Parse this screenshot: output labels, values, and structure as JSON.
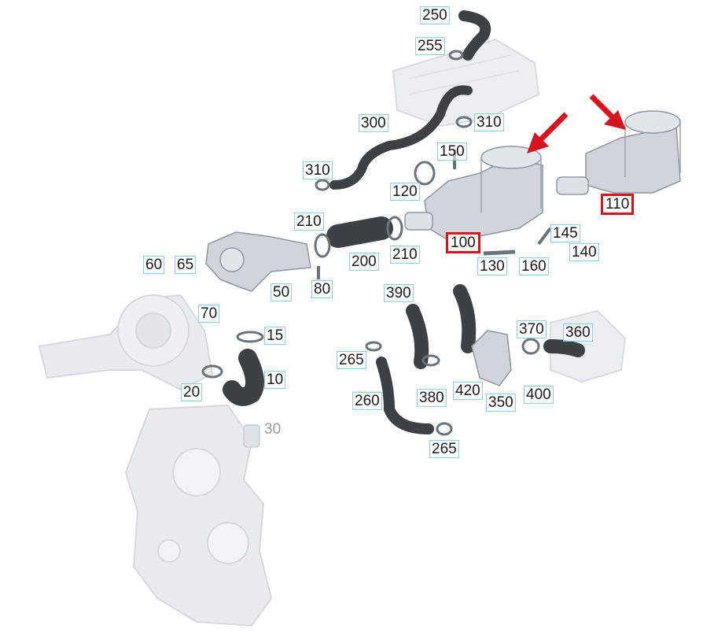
{
  "part_labels": {
    "n250": "250",
    "n255": "255",
    "n300": "300",
    "n310a": "310",
    "n310b": "310",
    "n150": "150",
    "n120": "120",
    "n210a": "210",
    "n210b": "210",
    "n200": "200",
    "n100": "100",
    "n110": "110",
    "n145": "145",
    "n140": "140",
    "n130": "130",
    "n160": "160",
    "n60": "60",
    "n65": "65",
    "n50": "50",
    "n80": "80",
    "n70": "70",
    "n15": "15",
    "n10": "10",
    "n20": "20",
    "n30": "30",
    "n390": "390",
    "n370": "370",
    "n360": "360",
    "n265a": "265",
    "n265b": "265",
    "n260": "260",
    "n380": "380",
    "n420": "420",
    "n350": "350",
    "n400": "400"
  },
  "colors": {
    "highlight": "#d7141d",
    "label_border": "#8ecfe6",
    "hose": "#3c4146",
    "part_metal": "#cfd5db",
    "ghost_part": "#e9ecef"
  }
}
